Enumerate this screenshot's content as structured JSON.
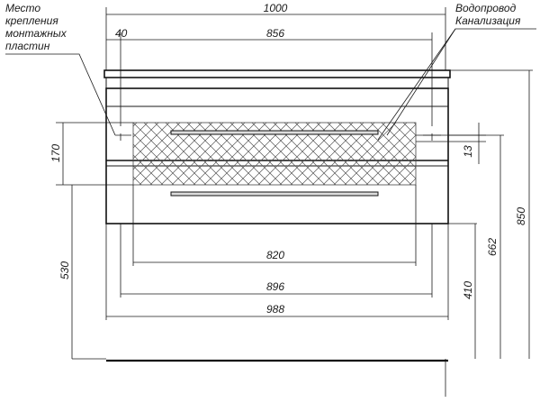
{
  "notes": {
    "mounting": [
      "Место",
      "крепления",
      "монтажных",
      "пластин"
    ],
    "utilities": [
      "Водопровод",
      "Канализация"
    ]
  },
  "dimensions": {
    "overall_width": "1000",
    "offset_left": "40",
    "hole_span": "856",
    "inner_width_820": "820",
    "inner_width_896": "896",
    "body_width": "988",
    "zone_height": "170",
    "pipe_offset": "13",
    "floor_530": "530",
    "floor_410": "410",
    "height_662": "662",
    "height_850": "850"
  }
}
